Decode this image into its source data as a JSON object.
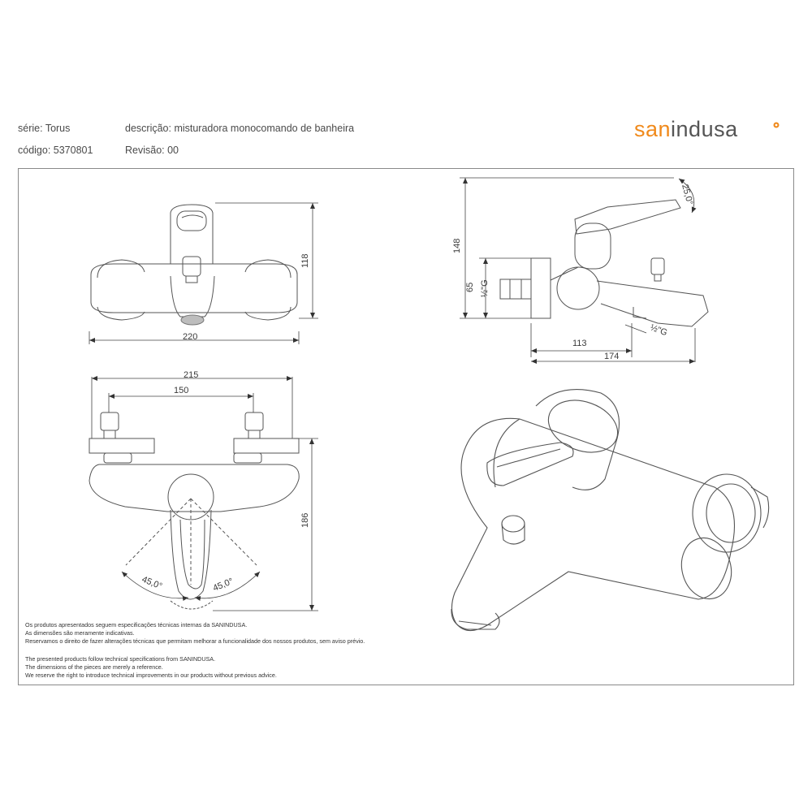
{
  "header": {
    "serie": "série: Torus",
    "descricao": "descrição: misturadora monocomando de banheira",
    "codigo": "código: 5370801",
    "revisao": "Revisão: 00"
  },
  "brand": {
    "part1": "san",
    "part2": "indusa",
    "accent_color": "#f08a1c",
    "text_color": "#555555"
  },
  "dimensions": {
    "front_width": "220",
    "front_height": "118",
    "side_height": "148",
    "side_inlet_height": "65",
    "inlet_thread": "½\"G",
    "outlet_thread": "½\"G",
    "side_depth_113": "113",
    "side_depth_174": "174",
    "lever_angle": "25,0°",
    "top_width_215": "215",
    "top_spacing_150": "150",
    "top_depth_186": "186",
    "rotation_left": "45,0°",
    "rotation_right": "45,0°"
  },
  "notes_pt": [
    "Os produtos apresentados seguem especificações técnicas internas da SANINDUSA.",
    "As dimensões são meramente indicativas.",
    "Reservamos o direito de fazer alterações técnicas que permitam melhorar a funcionalidade dos nossos produtos, sem aviso prévio."
  ],
  "notes_en": [
    "The presented products follow technical specifications from SANINDUSA.",
    "The dimensions of the pieces are merely a reference.",
    "We reserve the right to introduce technical improvements in our products without previous advice."
  ]
}
